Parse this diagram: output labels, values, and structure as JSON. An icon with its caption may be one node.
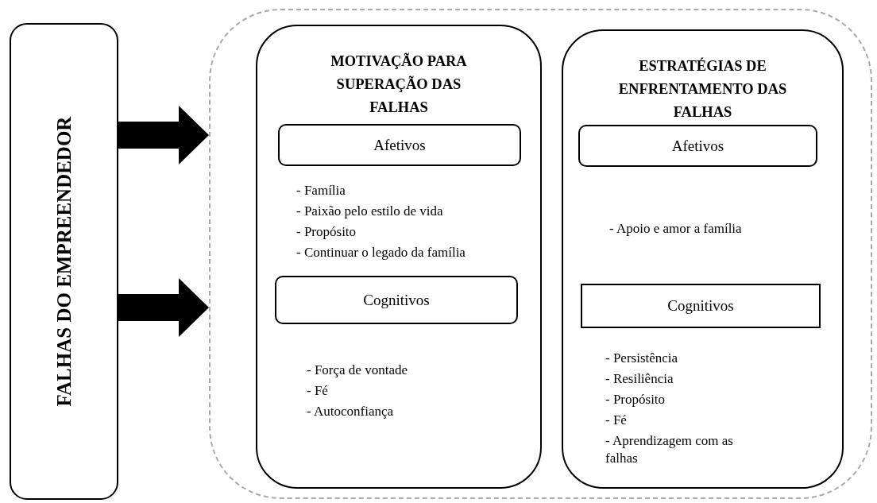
{
  "diagram": {
    "nodes": [
      {
        "text": [
          "FALHAS DO EMPREENDEDOR"
        ]
      },
      {
        "text": [],
        "shape": "box"
      },
      {
        "text": [
          "MOTIVAÇÃO PARA SUPERAÇÃO DAS FALHAS",
          "- Família",
          "- Paixão pelo estilo de vida",
          "- Propósito",
          "- Continuar o legado da família",
          "- Força de vontade",
          "- Fé",
          "- Autoconfiança"
        ],
        "in": 1
      },
      {
        "text": [
          "Afetivos"
        ],
        "in": 2
      },
      {
        "text": [
          "Cognitivos"
        ],
        "in": 2
      },
      {
        "text": [
          "ESTRATÉGIAS DE ENFRENTAMENTO DAS FALHAS",
          "- Apoio e amor a família",
          "- Persistência",
          "- Resiliência",
          "- Propósito",
          "- Fé",
          "- Aprendizagem com as falhas"
        ],
        "in": 1
      },
      {
        "text": [
          "Afetivos"
        ],
        "in": 5
      },
      {
        "text": [
          "Cognitivos"
        ],
        "in": 5
      }
    ],
    "edges": [
      {
        "from": 0,
        "to": 1,
        "arrow": "to"
      },
      {
        "from": 0,
        "to": 1,
        "arrow": "to"
      }
    ]
  }
}
